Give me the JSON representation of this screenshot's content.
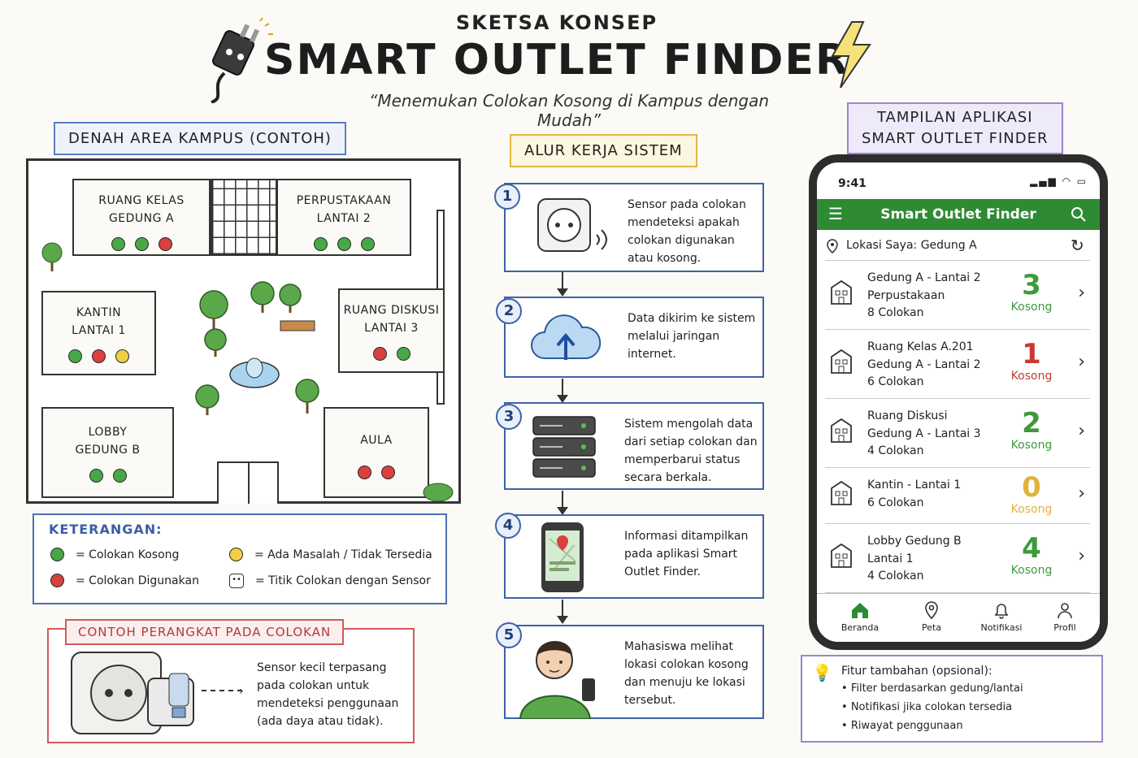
{
  "header": {
    "subtitle": "SKETSA KONSEP",
    "title": "SMART OUTLET FINDER",
    "tagline": "“Menemukan Colokan Kosong di Kampus dengan Mudah”"
  },
  "map": {
    "label": "DENAH AREA KAMPUS (CONTOH)",
    "rooms": [
      {
        "line1": "RUANG KELAS",
        "line2": "GEDUNG A",
        "outlets": [
          "green",
          "green",
          "red"
        ]
      },
      {
        "line1": "PERPUSTAKAAN",
        "line2": "LANTAI 2",
        "outlets": [
          "green",
          "green",
          "green"
        ]
      },
      {
        "line1": "KANTIN",
        "line2": "LANTAI 1",
        "outlets": [
          "green",
          "red",
          "yellow"
        ]
      },
      {
        "line1": "RUANG DISKUSI",
        "line2": "LANTAI 3",
        "outlets": [
          "red",
          "green"
        ]
      },
      {
        "line1": "LOBBY",
        "line2": "GEDUNG B",
        "outlets": [
          "green",
          "green"
        ]
      },
      {
        "line1": "AULA",
        "line2": "",
        "outlets": [
          "red",
          "red"
        ]
      }
    ]
  },
  "legend": {
    "title": "KETERANGAN:",
    "items": [
      {
        "icon": "green-dot",
        "text": "= Colokan Kosong"
      },
      {
        "icon": "yellow-dot",
        "text": "= Ada Masalah / Tidak Tersedia"
      },
      {
        "icon": "red-dot",
        "text": "= Colokan Digunakan"
      },
      {
        "icon": "sensor-outlet-icon",
        "text": "= Titik Colokan dengan Sensor"
      }
    ]
  },
  "device": {
    "label": "CONTOH PERANGKAT PADA COLOKAN",
    "text": "Sensor kecil terpasang pada colokan untuk mendeteksi penggunaan (ada daya atau tidak)."
  },
  "workflow": {
    "label": "ALUR KERJA SISTEM",
    "steps": [
      {
        "num": "1",
        "icon": "socket-sensor-icon",
        "text": "Sensor pada colokan mendeteksi apakah colokan digunakan atau kosong."
      },
      {
        "num": "2",
        "icon": "cloud-upload-icon",
        "text": "Data dikirim ke sistem melalui jaringan internet."
      },
      {
        "num": "3",
        "icon": "server-icon",
        "text": "Sistem mengolah data dari setiap colokan dan memperbarui status secara berkala."
      },
      {
        "num": "4",
        "icon": "phone-map-icon",
        "text": "Informasi ditampilkan pada aplikasi Smart Outlet Finder."
      },
      {
        "num": "5",
        "icon": "student-icon",
        "text": "Mahasiswa melihat lokasi colokan kosong dan menuju ke lokasi tersebut."
      }
    ]
  },
  "app": {
    "label_line1": "TAMPILAN APLIKASI",
    "label_line2": "SMART OUTLET FINDER",
    "time": "9:41",
    "bar_title": "Smart Outlet Finder",
    "location": "Lokasi Saya: Gedung A",
    "items": [
      {
        "lines": [
          "Gedung A - Lantai 2",
          "Perpustakaan",
          "8 Colokan"
        ],
        "count": "3",
        "status": "Kosong",
        "color": "#3f9a3c"
      },
      {
        "lines": [
          "Ruang Kelas A.201",
          "Gedung A - Lantai 2",
          "6 Colokan"
        ],
        "count": "1",
        "status": "Kosong",
        "color": "#c83a33"
      },
      {
        "lines": [
          "Ruang Diskusi",
          "Gedung A - Lantai 3",
          "4 Colokan"
        ],
        "count": "2",
        "status": "Kosong",
        "color": "#3f9a3c"
      },
      {
        "lines": [
          "Kantin - Lantai 1",
          "6 Colokan"
        ],
        "count": "0",
        "status": "Kosong",
        "color": "#e0b33a"
      },
      {
        "lines": [
          "Lobby Gedung B",
          "Lantai 1",
          "4 Colokan"
        ],
        "count": "4",
        "status": "Kosong",
        "color": "#3f9a3c"
      }
    ],
    "nav": [
      "Beranda",
      "Peta",
      "Notifikasi",
      "Profil"
    ]
  },
  "features": {
    "title": "Fitur tambahan (opsional):",
    "items": [
      "Filter berdasarkan gedung/lantai",
      "Notifikasi jika colokan tersedia",
      "Riwayat penggunaan"
    ]
  },
  "colors": {
    "green": "#49a846",
    "red": "#d9413c",
    "yellow": "#f0cf48",
    "app_green": "#2e8b34",
    "blue": "#3c63a8"
  }
}
